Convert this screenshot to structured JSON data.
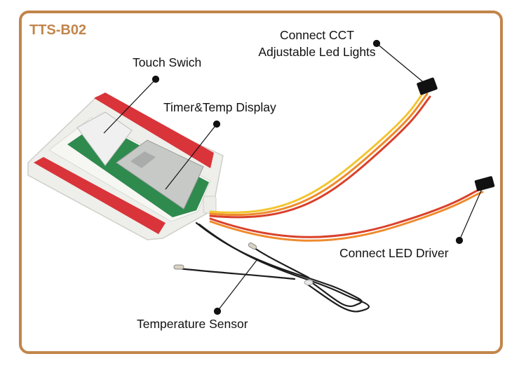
{
  "model": "TTS-B02",
  "labels": {
    "touch_switch": "Touch Swich",
    "timer_display": "Timer&Temp Display",
    "cct_line1": "Connect CCT",
    "cct_line2": "Adjustable Led Lights",
    "led_driver": "Connect LED Driver",
    "temp_sensor": "Temperature Sensor"
  },
  "colors": {
    "frame": "#c1854b",
    "adhesive_tape": "#d8343a",
    "pcb": "#2f8a4e",
    "wire_red": "#d9412b",
    "wire_orange": "#ef8a2c",
    "wire_yellow": "#f2c531",
    "wire_black": "#1d1d1d"
  }
}
